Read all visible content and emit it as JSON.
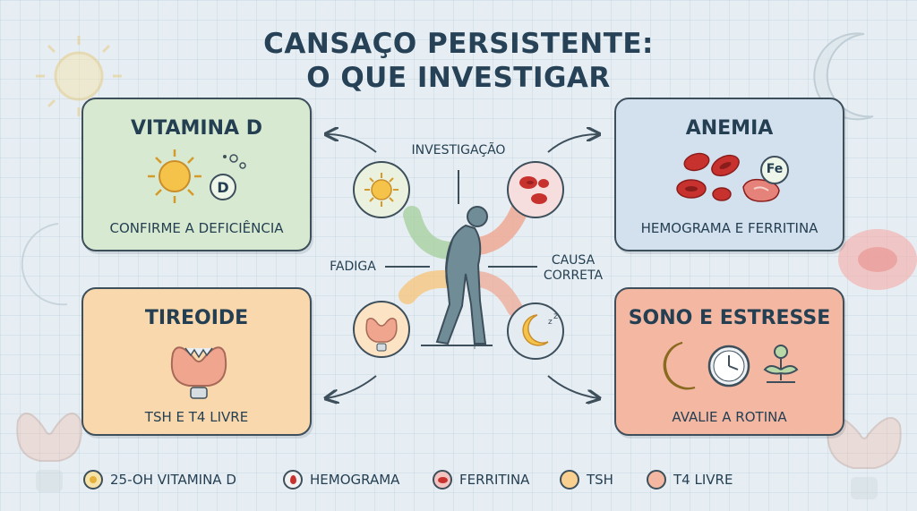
{
  "title": {
    "line1": "CANSAÇO PERSISTENTE:",
    "line2": "O QUE INVESTIGAR"
  },
  "center": {
    "label_top": "INVESTIGAÇÃO",
    "label_left": "FADIGA",
    "label_right_1": "CAUSA",
    "label_right_2": "CORRETA"
  },
  "cards": {
    "vitamina_d": {
      "title": "VITAMINA D",
      "text": "CONFIRME A DEFICIÊNCIA",
      "badge": "D",
      "color": "#d7ead1"
    },
    "anemia": {
      "title": "ANEMIA",
      "text": "HEMOGRAMA E FERRITINA",
      "badge": "Fe",
      "color": "#d3e1ef"
    },
    "tireoide": {
      "title": "TIREOIDE",
      "text": "TSH E T4 LIVRE",
      "color": "#f9d8ad"
    },
    "sono": {
      "title": "SONO E ESTRESSE",
      "text": "AVALIE A ROTINA",
      "color": "#f3b7a2"
    }
  },
  "legend": [
    {
      "label": "25-OH VITAMINA D",
      "icon": "sun-icon",
      "color": "#f7e3a8"
    },
    {
      "label": "HEMOGRAMA",
      "icon": "blood-drop-icon",
      "color": "#f1f1f1"
    },
    {
      "label": "FERRITINA",
      "icon": "blood-cell-icon",
      "color": "#f3c4c0"
    },
    {
      "label": "TSH",
      "icon": "tsh-dot-icon",
      "color": "#f9d08f"
    },
    {
      "label": "T4 LIVRE",
      "icon": "t4-dot-icon",
      "color": "#f3b7a2"
    }
  ]
}
